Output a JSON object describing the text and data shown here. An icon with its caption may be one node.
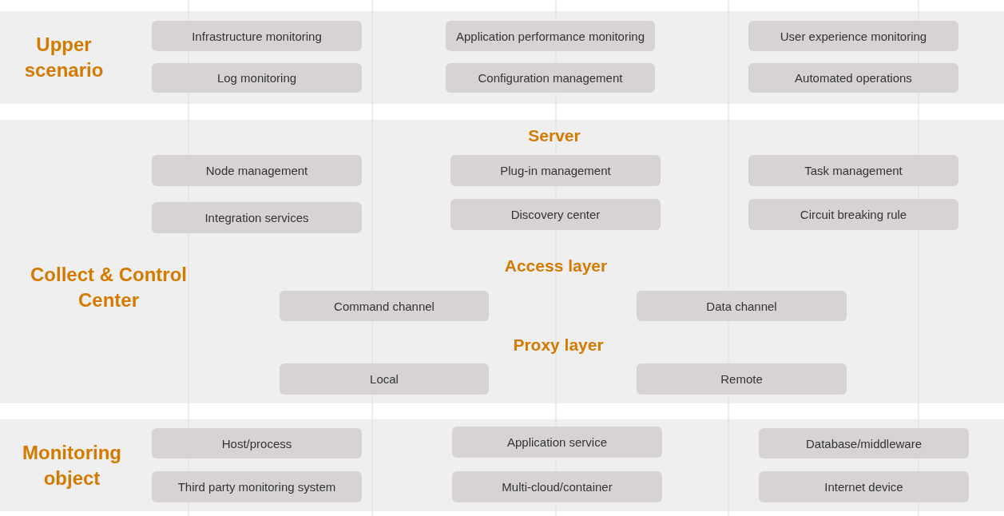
{
  "diagram": {
    "nodes": [
      {
        "text": [
          "Upper scenario"
        ]
      },
      {
        "text": [
          "Infrastructure monitoring"
        ],
        "in": 0
      },
      {
        "text": [
          "Application performance monitoring"
        ],
        "in": 0
      },
      {
        "text": [
          "User experience monitoring"
        ],
        "in": 0
      },
      {
        "text": [
          "Log monitoring"
        ],
        "in": 0
      },
      {
        "text": [
          "Configuration management"
        ],
        "in": 0
      },
      {
        "text": [
          "Automated operations"
        ],
        "in": 0
      },
      {
        "text": [
          "Collect & Control Center"
        ]
      },
      {
        "text": [
          "Node management"
        ],
        "in": 7
      },
      {
        "text": [
          "Plug-in management"
        ],
        "in": 7
      },
      {
        "text": [
          "Task management"
        ],
        "in": 7
      },
      {
        "text": [
          "Integration services"
        ],
        "in": 7
      },
      {
        "text": [
          "Discovery center"
        ],
        "in": 7
      },
      {
        "text": [
          "Circuit breaking rule"
        ],
        "in": 7
      },
      {
        "text": [
          "Command channel"
        ],
        "in": 7
      },
      {
        "text": [
          "Data channel"
        ],
        "in": 7
      },
      {
        "text": [
          "Local"
        ],
        "in": 7
      },
      {
        "text": [
          "Remote"
        ],
        "in": 7
      },
      {
        "text": [
          "Monitoring object"
        ]
      },
      {
        "text": [
          "Host/process"
        ],
        "in": 18
      },
      {
        "text": [
          "Application service"
        ],
        "in": 18
      },
      {
        "text": [
          "Database/middleware"
        ],
        "in": 18
      },
      {
        "text": [
          "Third party monitoring system"
        ],
        "in": 18
      },
      {
        "text": [
          "Multi-cloud/container"
        ],
        "in": 18
      },
      {
        "text": [
          "Internet device"
        ],
        "in": 18
      }
    ],
    "labels": [
      "Server",
      "Access layer",
      "Proxy layer"
    ]
  }
}
